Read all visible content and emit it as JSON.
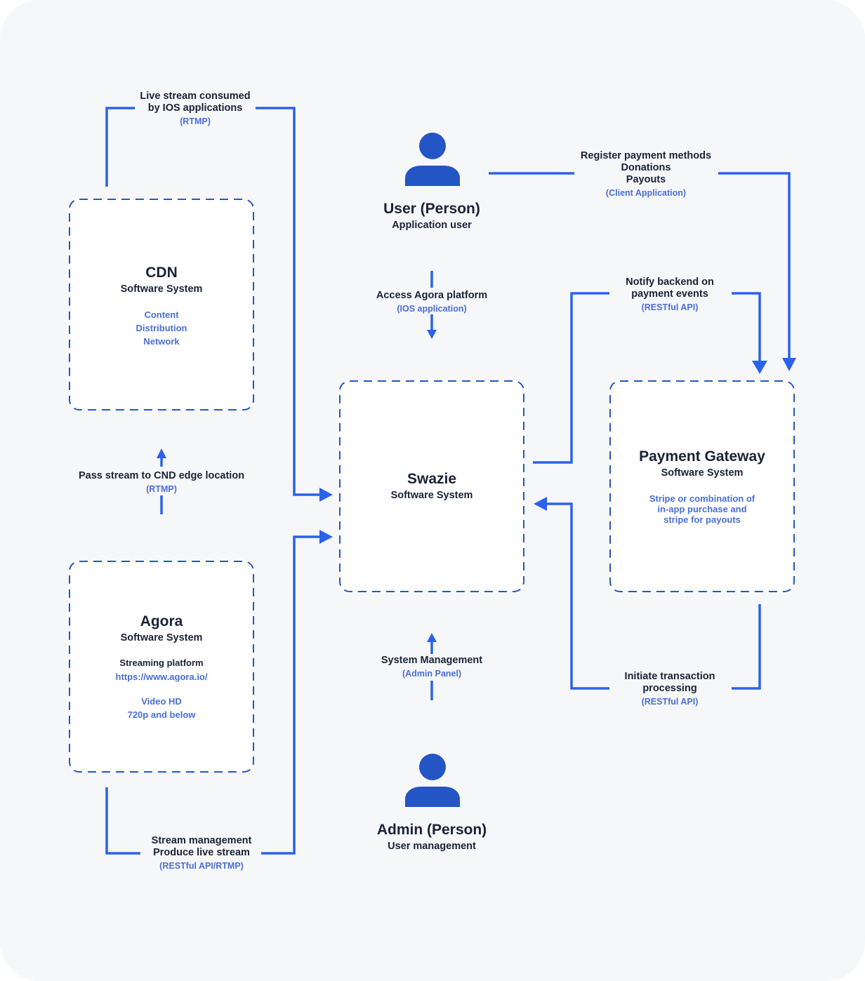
{
  "colors": {
    "background": "#f6f7f9",
    "connector": "#2b62eb",
    "person_icon": "#2455c5",
    "dashed_border": "#2657bf",
    "accent_text": "#4a6fd6",
    "dark_text": "#1b2236"
  },
  "cdn": {
    "title": "CDN",
    "subtitle": "Software System",
    "desc_lines": [
      "Content",
      "Distribution",
      "Network"
    ]
  },
  "agora": {
    "title": "Agora",
    "subtitle": "Software System",
    "desc_dark": "Streaming platform",
    "link": "https://www.agora.io/",
    "video_lines": [
      "Video HD",
      "720p and below"
    ]
  },
  "swazie": {
    "title": "Swazie",
    "subtitle": "Software System"
  },
  "payment": {
    "title": "Payment Gateway",
    "subtitle": "Software System",
    "desc_lines": [
      "Stripe or combination of",
      "in-app purchase and",
      "stripe for payouts"
    ]
  },
  "user": {
    "title": "User (Person)",
    "subtitle": "Application user",
    "icon": "person-icon"
  },
  "admin": {
    "title": "Admin (Person)",
    "subtitle": "User management",
    "icon": "person-icon"
  },
  "edges": {
    "live_stream": {
      "lines": [
        "Live stream consumed",
        "by IOS applications"
      ],
      "protocol": "(RTMP)"
    },
    "register": {
      "lines": [
        "Register payment methods",
        "Donations",
        "Payouts"
      ],
      "protocol": "(Client Application)"
    },
    "access": {
      "lines": [
        "Access Agora platform"
      ],
      "protocol": "(IOS application)"
    },
    "notify": {
      "lines": [
        "Notify backend on",
        "payment events"
      ],
      "protocol": "(RESTful API)"
    },
    "pass_stream": {
      "lines": [
        "Pass stream to CND edge location"
      ],
      "protocol": "(RTMP)"
    },
    "system_mgmt": {
      "lines": [
        "System Management"
      ],
      "protocol": "(Admin Panel)"
    },
    "initiate": {
      "lines": [
        "Initiate transaction",
        "processing"
      ],
      "protocol": "(RESTful API)"
    },
    "stream_mgmt": {
      "lines": [
        "Stream management",
        "Produce live stream"
      ],
      "protocol": "(RESTful API/RTMP)"
    }
  }
}
